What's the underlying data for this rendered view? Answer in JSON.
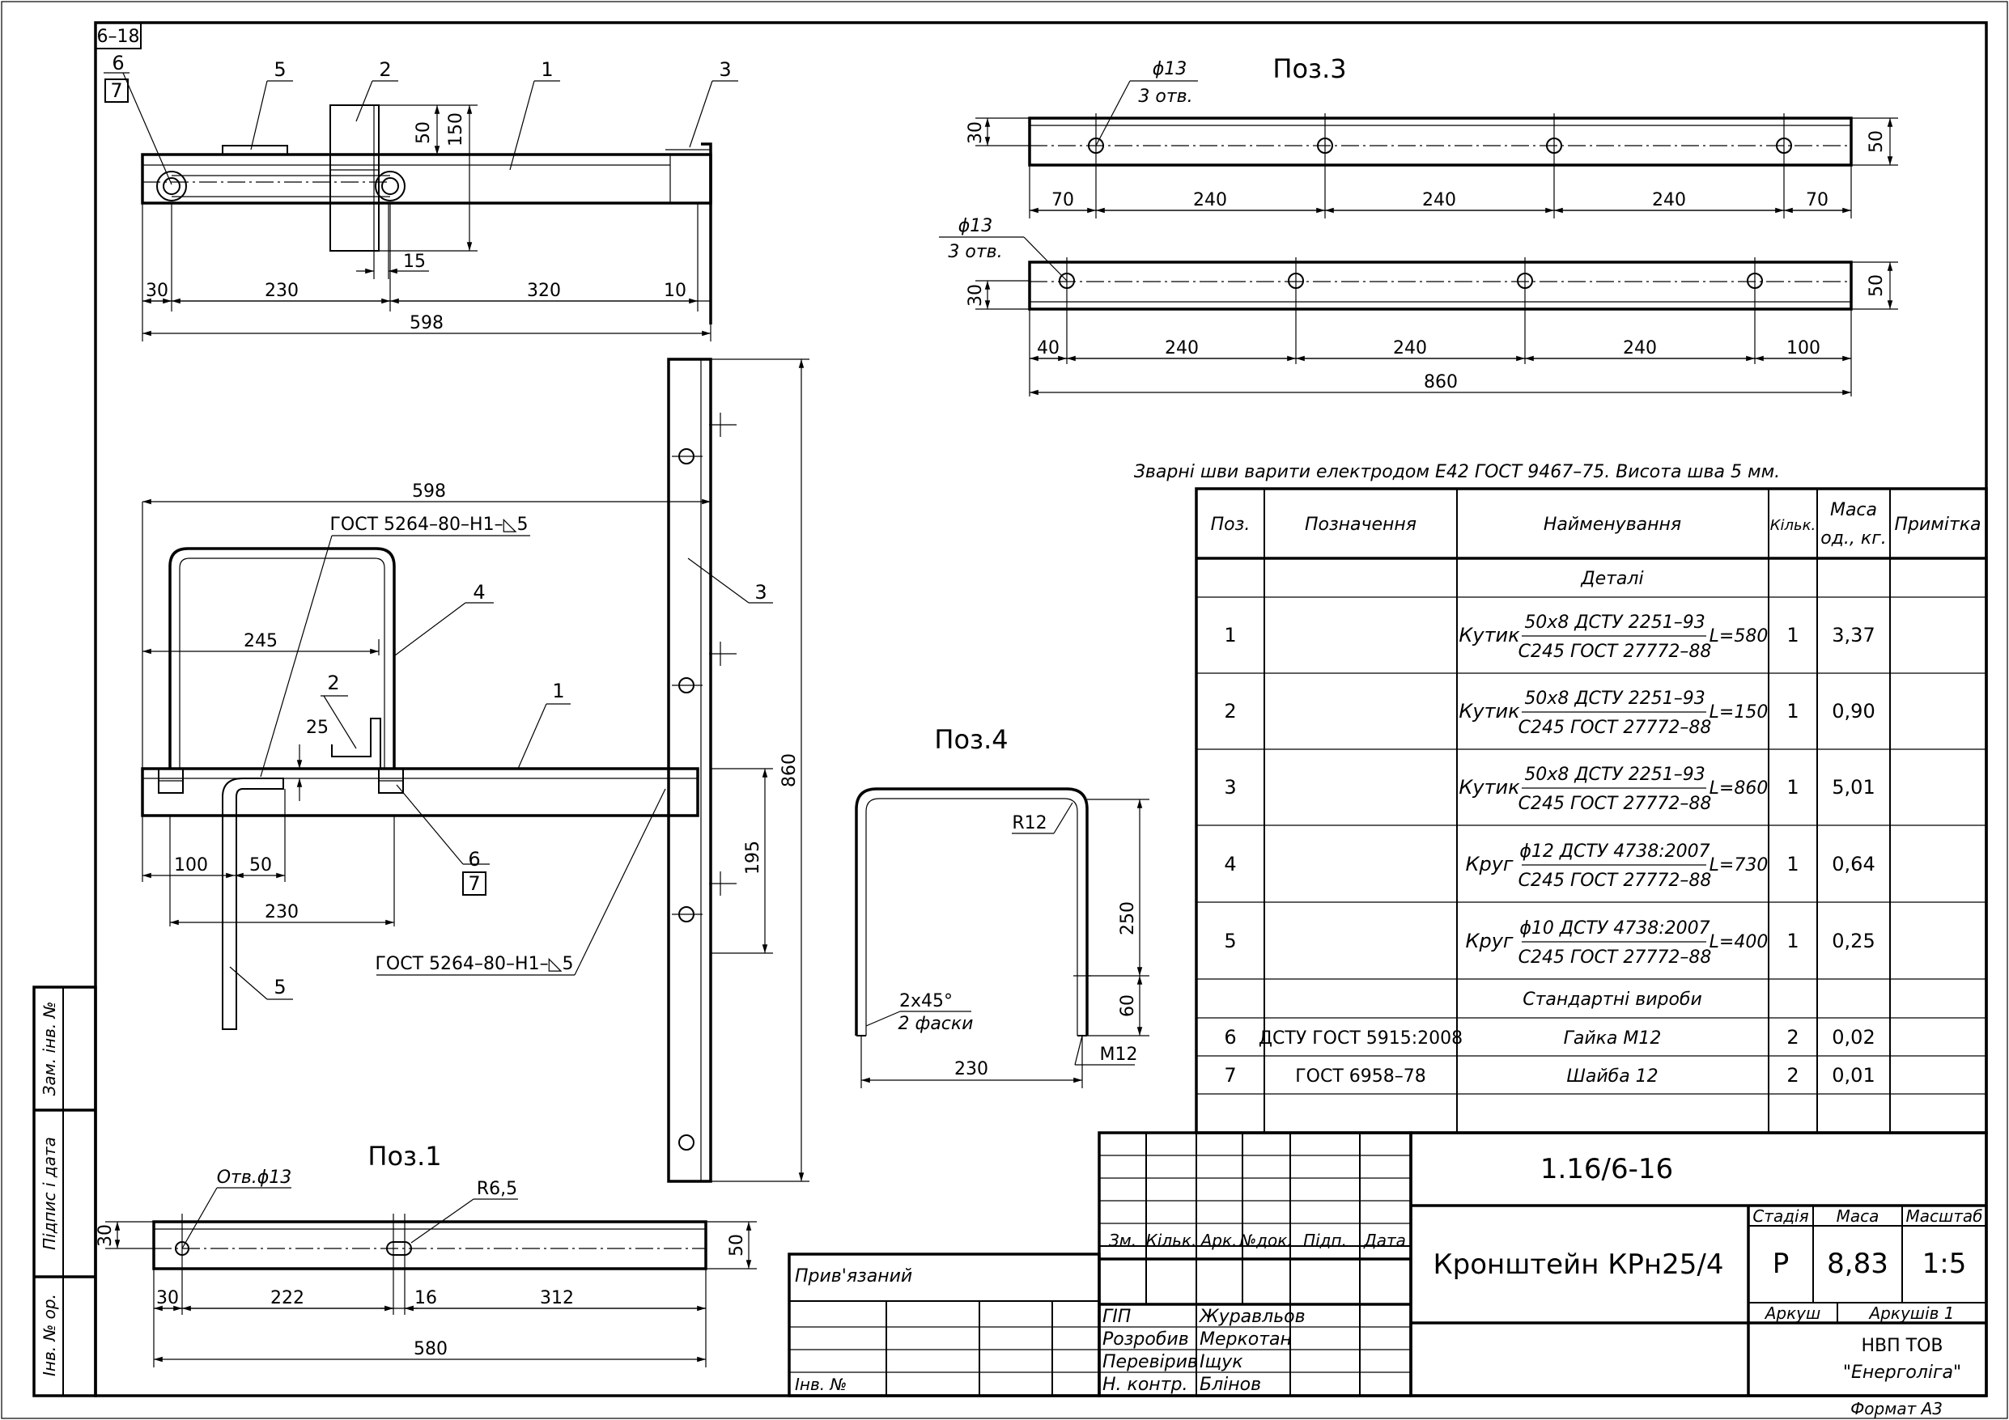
{
  "sheet": {
    "corner_code": "6–18",
    "format": "Формат А3"
  },
  "side_labels": {
    "zam_inv": "Зам. інв. №",
    "sign_date": "Підпис і дата",
    "inv_orig": "Інв. № ор."
  },
  "view_top": {
    "leaders": [
      "6",
      "7",
      "5",
      "2",
      "1",
      "3"
    ],
    "dims": [
      "50",
      "150",
      "15",
      "30",
      "230",
      "320",
      "10",
      "598"
    ]
  },
  "view_front": {
    "leaders": [
      "4",
      "2",
      "1",
      "3",
      "5",
      "6",
      "7"
    ],
    "weld_note_top": "ГОСТ 5264–80–Н1–◺5",
    "weld_note_bottom": "ГОСТ 5264–80–Н1–◺5",
    "dims": [
      "598",
      "245",
      "25",
      "100",
      "50",
      "230",
      "860",
      "195"
    ]
  },
  "pos1": {
    "title": "Поз.1",
    "hole_note": "Отв.ϕ13",
    "slot_note": "R6,5",
    "dims": [
      "30",
      "50",
      "30",
      "222",
      "16",
      "312",
      "580"
    ]
  },
  "pos3": {
    "title": "Поз.3",
    "hole_note_top": "ϕ13",
    "hole_count_top": "3 отв.",
    "hole_note_bottom": "ϕ13",
    "hole_count_bottom": "3 отв.",
    "dims_top": [
      "30",
      "50",
      "70",
      "240",
      "240",
      "240",
      "70"
    ],
    "dims_bottom": [
      "30",
      "50",
      "40",
      "240",
      "240",
      "240",
      "100",
      "860"
    ]
  },
  "pos4": {
    "title": "Поз.4",
    "radius": "R12",
    "chamfer": "2х45°",
    "chamfer_count": "2 фаски",
    "thread": "М12",
    "dims": [
      "250",
      "60",
      "230"
    ]
  },
  "weld_note": "Зварні шви варити електродом Е42 ГОСТ 9467–75. Висота шва 5 мм.",
  "spec": {
    "headers": [
      "Поз.",
      "Позначення",
      "Найменування",
      "Кільк.",
      "Маса од., кг.",
      "Примітка"
    ],
    "mass_header_1": "Маса",
    "mass_header_2": "од., кг.",
    "section_details": "Деталі",
    "section_standard": "Стандартні вироби",
    "rows": [
      {
        "pos": "1",
        "name_prefix": "Кутик",
        "spec_top": "50х8 ДСТУ 2251–93",
        "spec_bottom": "С245 ГОСТ 27772–88",
        "length": "L=580",
        "qty": "1",
        "mass": "3,37"
      },
      {
        "pos": "2",
        "name_prefix": "Кутик",
        "spec_top": "50х8 ДСТУ 2251–93",
        "spec_bottom": "С245 ГОСТ 27772–88",
        "length": "L=150",
        "qty": "1",
        "mass": "0,90"
      },
      {
        "pos": "3",
        "name_prefix": "Кутик",
        "spec_top": "50х8 ДСТУ 2251–93",
        "spec_bottom": "С245 ГОСТ 27772–88",
        "length": "L=860",
        "qty": "1",
        "mass": "5,01"
      },
      {
        "pos": "4",
        "name_prefix": "Круг",
        "spec_top": "ϕ12 ДСТУ 4738:2007",
        "spec_bottom": "С245 ГОСТ 27772–88",
        "length": "L=730",
        "qty": "1",
        "mass": "0,64"
      },
      {
        "pos": "5",
        "name_prefix": "Круг",
        "spec_top": "ϕ10 ДСТУ 4738:2007",
        "spec_bottom": "С245 ГОСТ 27772–88",
        "length": "L=400",
        "qty": "1",
        "mass": "0,25"
      }
    ],
    "std_rows": [
      {
        "pos": "6",
        "designation": "ДСТУ ГОСТ 5915:2008",
        "name": "Гайка М12",
        "qty": "2",
        "mass": "0,02"
      },
      {
        "pos": "7",
        "designation": "ГОСТ 6958–78",
        "name": "Шайба 12",
        "qty": "2",
        "mass": "0,01"
      }
    ]
  },
  "title_block": {
    "code": "1.16/6-16",
    "title": "Кронштейн КРн25/4",
    "rev_headers": [
      "Зм.",
      "Кільк.",
      "Арк.",
      "№док.",
      "Підп.",
      "Дата"
    ],
    "stage_label": "Стадія",
    "mass_label": "Маса",
    "scale_label": "Масштаб",
    "stage": "Р",
    "mass": "8,83",
    "scale": "1:5",
    "sheet_label": "Аркуш",
    "sheets_label": "Аркушів 1",
    "org_line1": "НВП ТОВ",
    "org_line2": "\"Енерголіга\"",
    "attached_label": "Прив'язаний",
    "inv_label": "Інв. №",
    "signers": [
      {
        "role": "ГІП",
        "name": "Журавльов"
      },
      {
        "role": "Розробив",
        "name": "Меркотан"
      },
      {
        "role": "Перевірив",
        "name": "Іщук"
      },
      {
        "role": "Н. контр.",
        "name": "Блінов"
      }
    ]
  }
}
